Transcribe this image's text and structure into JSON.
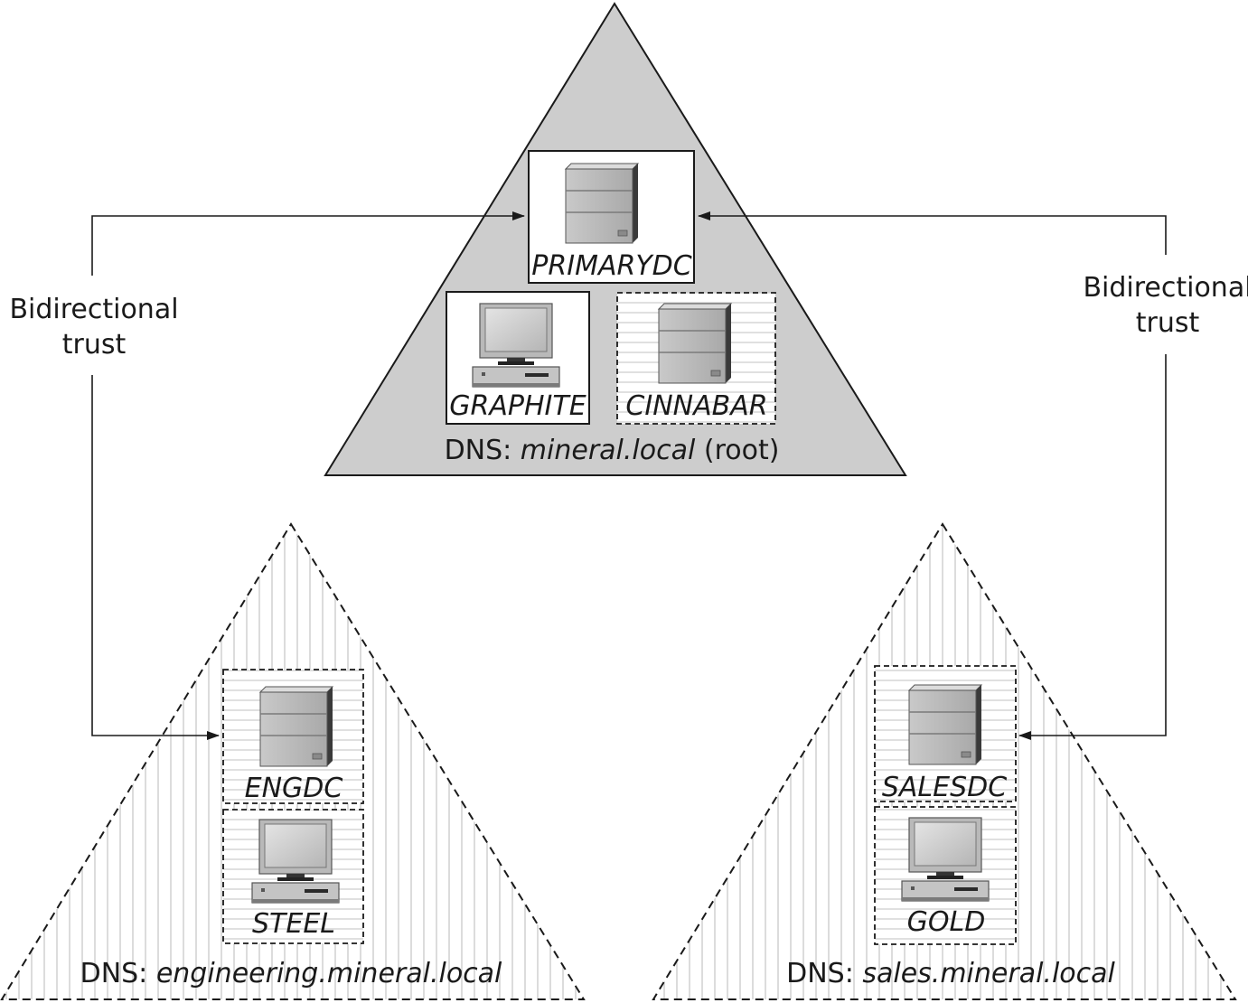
{
  "domains": {
    "root": {
      "dns_prefix": "DNS: ",
      "dns_name": "mineral.local",
      "dns_suffix": " (root)",
      "nodes": [
        {
          "name": "PRIMARYDC",
          "kind": "server"
        },
        {
          "name": "GRAPHITE",
          "kind": "workstation"
        },
        {
          "name": "CINNABAR",
          "kind": "server"
        }
      ]
    },
    "engineering": {
      "dns_prefix": "DNS: ",
      "dns_name": "engineering.mineral.local",
      "nodes": [
        {
          "name": "ENGDC",
          "kind": "server"
        },
        {
          "name": "STEEL",
          "kind": "workstation"
        }
      ]
    },
    "sales": {
      "dns_prefix": "DNS: ",
      "dns_name": "sales.mineral.local",
      "nodes": [
        {
          "name": "SALESDC",
          "kind": "server"
        },
        {
          "name": "GOLD",
          "kind": "workstation"
        }
      ]
    }
  },
  "trusts": {
    "left": {
      "line1": "Bidirectional",
      "line2": "trust"
    },
    "right": {
      "line1": "Bidirectional",
      "line2": "trust"
    }
  }
}
